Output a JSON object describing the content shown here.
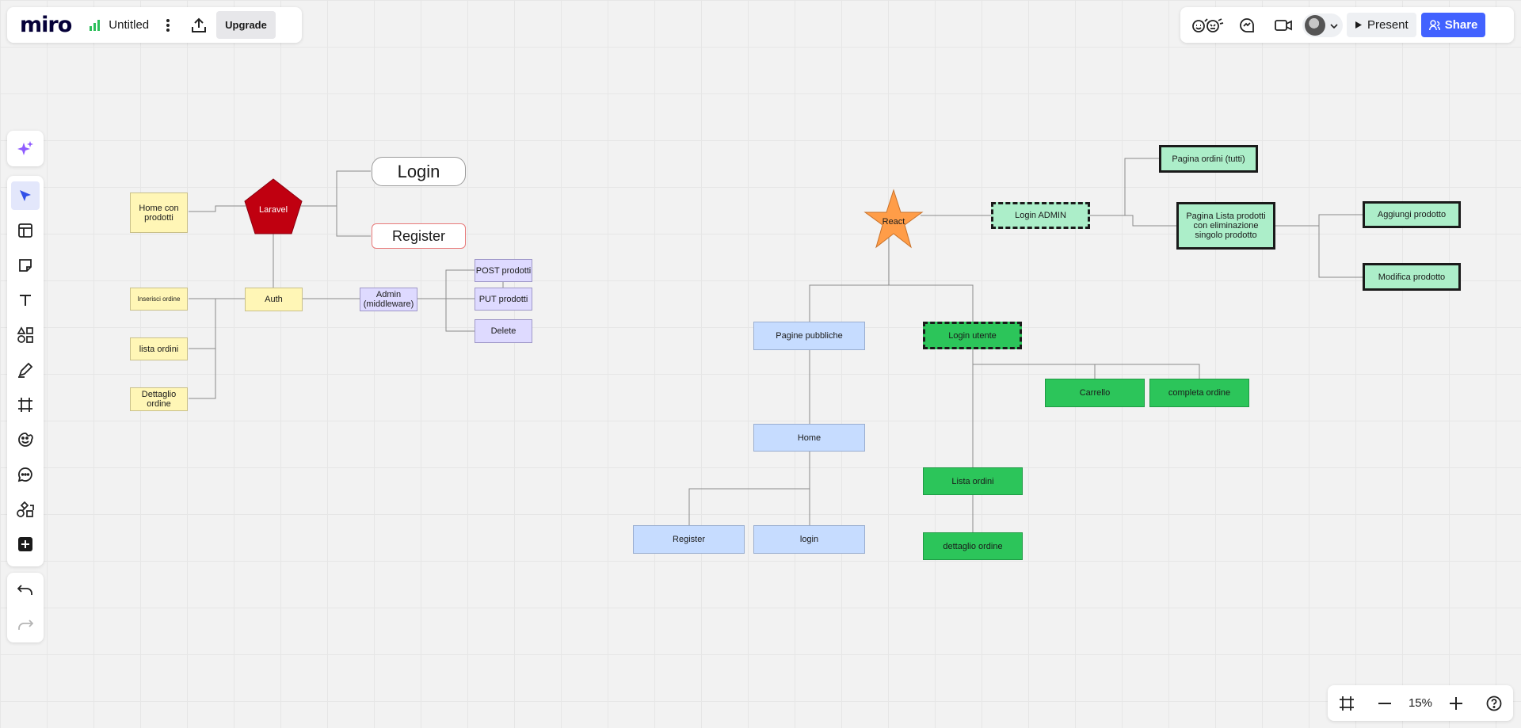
{
  "app": {
    "logo": "miro",
    "board_title": "Untitled",
    "upgrade_label": "Upgrade"
  },
  "topright": {
    "present_label": "Present",
    "share_label": "Share"
  },
  "zoom": {
    "level": "15%"
  },
  "colors": {
    "accent": "#4262ff",
    "ai": "#8f5cff",
    "react_star": "#ff9d48",
    "laravel": "#c00010"
  },
  "icons": {
    "left_toolbar": [
      "ai-sparkle-icon",
      "select-cursor-icon",
      "templates-icon",
      "sticky-note-icon",
      "text-icon",
      "shapes-icon",
      "pen-icon",
      "frame-icon",
      "stickers-icon",
      "comment-icon",
      "flow-icon",
      "more-apps-icon"
    ],
    "undo": "undo-icon",
    "redo": "redo-icon"
  },
  "board": {
    "laravel": {
      "shape_label": "Laravel",
      "login": "Login",
      "register": "Register",
      "home_con_prodotti": "Home con prodotti",
      "auth": "Auth",
      "inserisci_ordine": "Inserisci ordine",
      "lista_ordini": "lista ordini",
      "dettaglio_ordine": "Dettaglio ordine",
      "admin": "Admin (middleware)",
      "post": "POST prodotti",
      "put": "PUT prodotti",
      "delete": "Delete"
    },
    "react": {
      "shape_label": "React",
      "login_admin": "Login ADMIN",
      "pagina_ordini": "Pagina ordini (tutti)",
      "pagina_lista": "Pagina Lista prodotti con eliminazione singolo prodotto",
      "aggiungi": "Aggiungi prodotto",
      "modifica": "Modifica prodotto",
      "pagine_pubbliche": "Pagine pubbliche",
      "login_utente": "Login utente",
      "carrello": "Carrello",
      "completa_ordine": "completa ordine",
      "home": "Home",
      "register": "Register",
      "login": "login",
      "lista_ordini": "Lista ordini",
      "dettaglio_ordine": "dettaglio ordine"
    }
  }
}
